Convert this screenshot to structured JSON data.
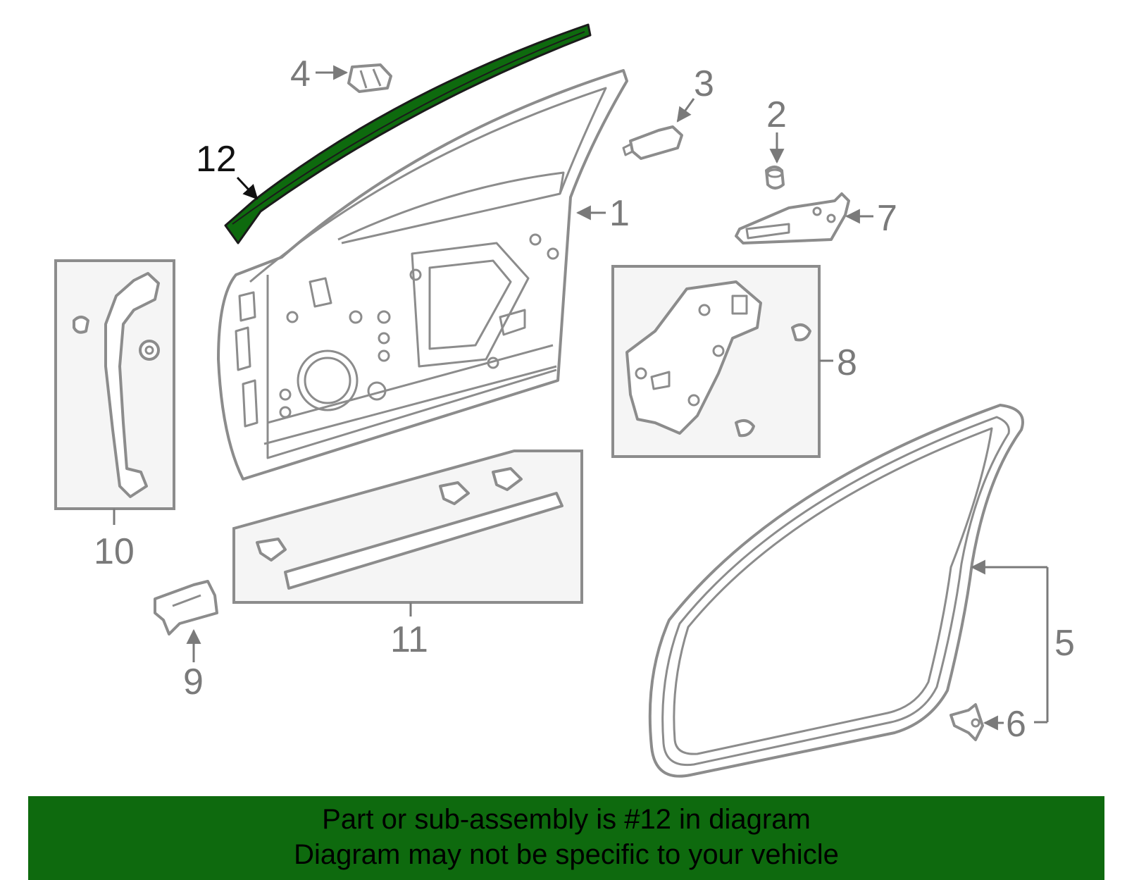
{
  "diagram": {
    "highlight_color": "#0e6a0e",
    "callouts": {
      "c1": "1",
      "c2": "2",
      "c3": "3",
      "c4": "4",
      "c5": "5",
      "c6": "6",
      "c7": "7",
      "c8": "8",
      "c9": "9",
      "c10": "10",
      "c11": "11",
      "c12": "12"
    },
    "highlighted_part": "12"
  },
  "banner": {
    "line1": "Part or sub-assembly is #12 in diagram",
    "line2": "Diagram may not be specific to your vehicle"
  }
}
